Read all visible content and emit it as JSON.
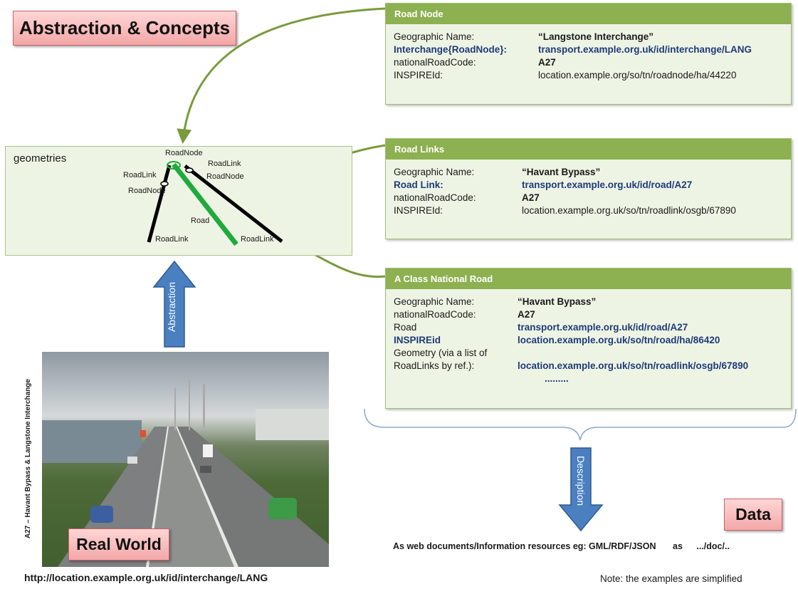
{
  "title": "Abstraction & Concepts",
  "data_label": "Data",
  "real_world_label": "Real World",
  "abstraction_label": "Abstraction",
  "description_label": "Description",
  "photo_caption": "A27 – Havant Bypass & Langstone Interchange",
  "bottom_url": "http://location.example.org.uk/id/interchange/LANG",
  "note": "Note: the examples are simplified",
  "web_docs": {
    "text": "As web documents/Information resources eg: GML/RDF/JSON",
    "as": "as",
    "path": ".../doc/.."
  },
  "geometries": {
    "title": "geometries",
    "labels": {
      "roadnode_top": "RoadNode",
      "roadlink_left": "RoadLink",
      "roadnode_left": "RoadNode",
      "roadlink_right": "RoadLink",
      "roadnode_right": "RoadNode",
      "road": "Road",
      "roadlink_bottom_left": "RoadLink",
      "roadlink_bottom_right": "RoadLink"
    }
  },
  "colors": {
    "card_header": "#8db050",
    "card_body": "#eef4e4",
    "link_blue": "#1f3a7a",
    "arrow_green": "#7a9a3e",
    "road_green": "#1faa3c",
    "block_arrow": "#4a7fc0"
  },
  "cards": {
    "road_node": {
      "header": "Road Node",
      "rows": [
        {
          "label": "Geographic Name:",
          "value": "“Langstone Interchange”"
        },
        {
          "label": "Interchange{RoadNode}:",
          "value": "transport.example.org.uk/id/interchange/LANG"
        },
        {
          "label": "nationalRoadCode:",
          "value": "A27"
        },
        {
          "label": "INSPIREId:",
          "value": "location.example.org/so/tn/roadnode/ha/44220"
        }
      ]
    },
    "road_links": {
      "header": "Road Links",
      "rows": [
        {
          "label": "Geographic Name:",
          "value": "“Havant Bypass”"
        },
        {
          "label": "Road Link:",
          "value": "transport.example.org.uk/id/road/A27"
        },
        {
          "label": "nationalRoadCode:",
          "value": "A27"
        },
        {
          "label": "INSPIREId:",
          "value": "location.example.org.uk/so/tn/roadlink/osgb/67890"
        }
      ]
    },
    "a_class": {
      "header": "A Class National Road",
      "rows": [
        {
          "label": "Geographic Name:",
          "value": "“Havant Bypass”"
        },
        {
          "label": "nationalRoadCode:",
          "value": "A27"
        },
        {
          "label": "Road",
          "value": "transport.example.org.uk/id/road/A27"
        },
        {
          "label": "INSPIREid",
          "value": "location.example.org.uk/so/tn/road/ha/86420"
        },
        {
          "label": "Geometry (via a list of",
          "value": ""
        },
        {
          "label": "RoadLinks by ref.):",
          "value": "location.example.org.uk/so/tn/roadlink/osgb/67890"
        },
        {
          "label": "",
          "value": "........."
        }
      ]
    }
  }
}
